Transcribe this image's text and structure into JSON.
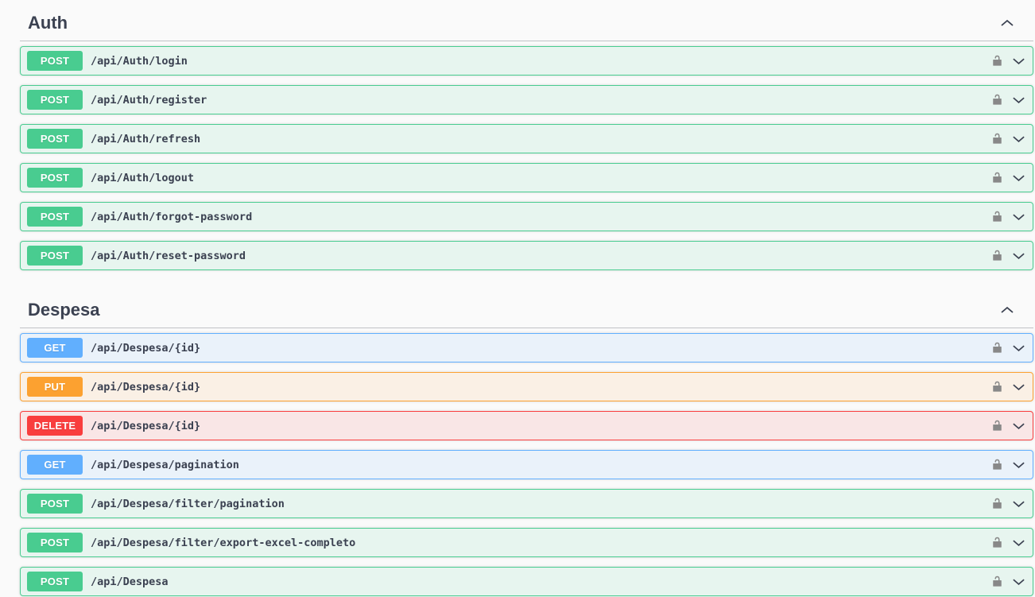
{
  "app": {
    "name": "Swagger UI endpoint list"
  },
  "colors": {
    "page_background": "#fafafa",
    "text": "#3b4151",
    "post": "#49cc90",
    "get": "#61affe",
    "put": "#fca130",
    "delete": "#f93e3e",
    "lock_icon": "#888888"
  },
  "icons": {
    "section_state_icon": "chevron-up",
    "row_expand_icon": "chevron-down",
    "auth_icon": "unlocked-padlock"
  },
  "sections": [
    {
      "title": "Auth",
      "state": "expanded",
      "endpoints": [
        {
          "method": "POST",
          "path": "/api/Auth/login"
        },
        {
          "method": "POST",
          "path": "/api/Auth/register"
        },
        {
          "method": "POST",
          "path": "/api/Auth/refresh"
        },
        {
          "method": "POST",
          "path": "/api/Auth/logout"
        },
        {
          "method": "POST",
          "path": "/api/Auth/forgot-password"
        },
        {
          "method": "POST",
          "path": "/api/Auth/reset-password"
        }
      ]
    },
    {
      "title": "Despesa",
      "state": "expanded",
      "endpoints": [
        {
          "method": "GET",
          "path": "/api/Despesa/{id}"
        },
        {
          "method": "PUT",
          "path": "/api/Despesa/{id}"
        },
        {
          "method": "DELETE",
          "path": "/api/Despesa/{id}"
        },
        {
          "method": "GET",
          "path": "/api/Despesa/pagination"
        },
        {
          "method": "POST",
          "path": "/api/Despesa/filter/pagination"
        },
        {
          "method": "POST",
          "path": "/api/Despesa/filter/export-excel-completo"
        },
        {
          "method": "POST",
          "path": "/api/Despesa"
        }
      ]
    }
  ]
}
